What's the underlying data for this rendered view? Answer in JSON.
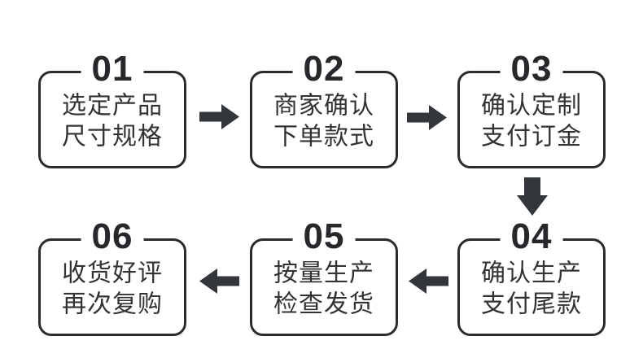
{
  "flow": {
    "title": "custom-order-process-flowchart",
    "steps": [
      {
        "number": "01",
        "line1": "选定产品",
        "line2": "尺寸规格"
      },
      {
        "number": "02",
        "line1": "商家确认",
        "line2": "下单款式"
      },
      {
        "number": "03",
        "line1": "确认定制",
        "line2": "支付订金"
      },
      {
        "number": "04",
        "line1": "确认生产",
        "line2": "支付尾款"
      },
      {
        "number": "05",
        "line1": "按量生产",
        "line2": "检查发货"
      },
      {
        "number": "06",
        "line1": "收货好评",
        "line2": "再次复购"
      }
    ],
    "arrows": [
      {
        "icon": "arrow-right-icon",
        "from": "01",
        "to": "02"
      },
      {
        "icon": "arrow-right-icon",
        "from": "02",
        "to": "03"
      },
      {
        "icon": "arrow-down-icon",
        "from": "03",
        "to": "04"
      },
      {
        "icon": "arrow-left-icon",
        "from": "04",
        "to": "05"
      },
      {
        "icon": "arrow-left-icon",
        "from": "05",
        "to": "06"
      }
    ],
    "colors": {
      "background": "#ffffff",
      "border": "#2b2b2b",
      "text": "#333333",
      "number": "#26282c",
      "arrow": "#33363b"
    }
  }
}
